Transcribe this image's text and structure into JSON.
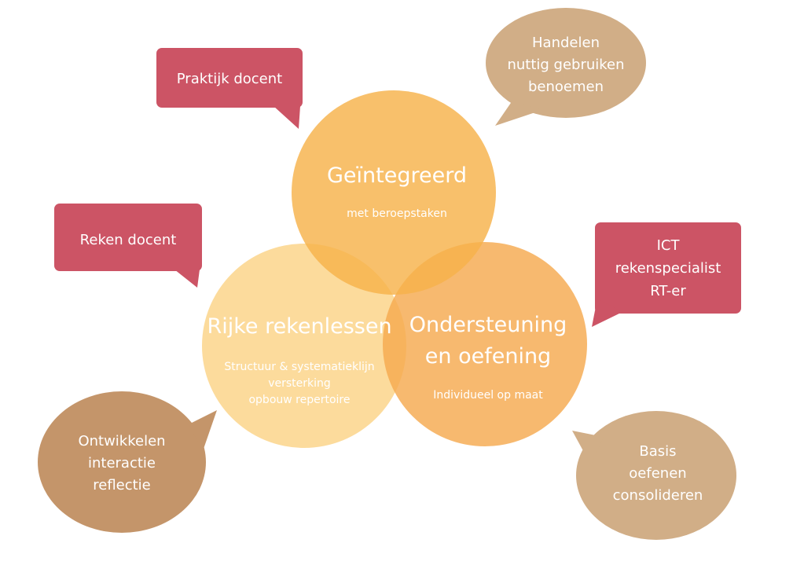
{
  "colors": {
    "top_circle": "#f6b24a",
    "left_circle": "#fbd386",
    "right_circle": "#f5a94f",
    "red_bubble": "#cc5465",
    "tan_bubble": "#d1ae87",
    "brown_bubble": "#c4956a"
  },
  "circles": {
    "top": {
      "title": "Geïntegreerd",
      "subtitle": "met beroepstaken"
    },
    "left": {
      "title": "Rijke rekenlessen",
      "lines": [
        "Structuur & systematieklijn",
        "versterking",
        "opbouw repertoire"
      ]
    },
    "right": {
      "title_lines": [
        "Ondersteuning",
        "en oefening"
      ],
      "subtitle": "Individueel op maat"
    }
  },
  "bubbles": {
    "praktijk": {
      "text": "Praktijk docent"
    },
    "reken": {
      "text": "Reken docent"
    },
    "ict": {
      "lines": [
        "ICT",
        "rekenspecialist",
        "RT-er"
      ]
    },
    "handelen": {
      "lines": [
        "Handelen",
        "nuttig gebruiken",
        "benoemen"
      ]
    },
    "ontwikkelen": {
      "lines": [
        "Ontwikkelen",
        "interactie",
        "reflectie"
      ]
    },
    "basis": {
      "lines": [
        "Basis",
        "oefenen",
        "consolideren"
      ]
    }
  }
}
